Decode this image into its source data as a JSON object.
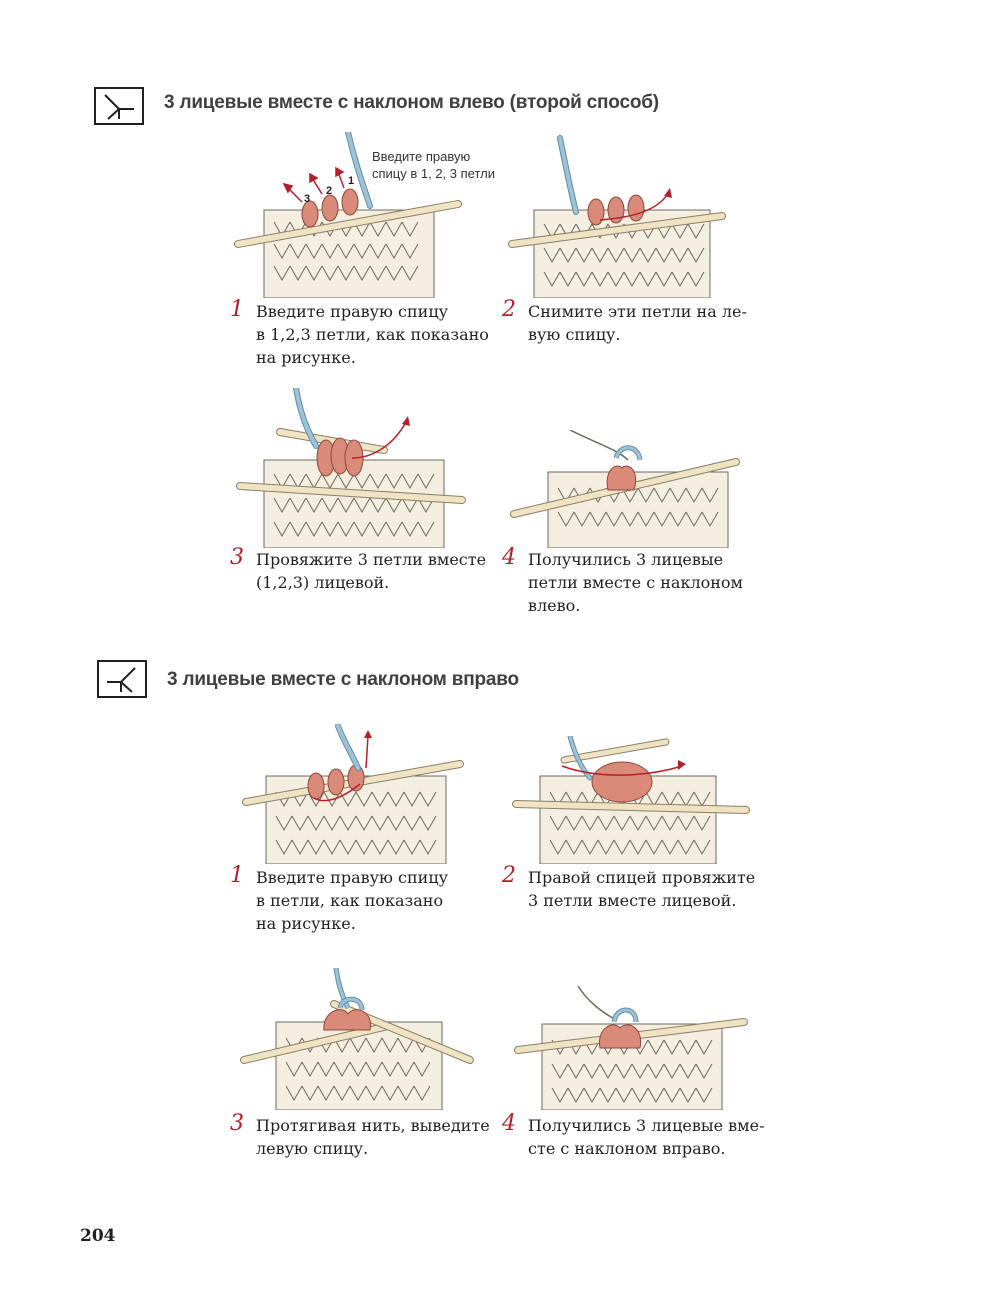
{
  "section1": {
    "title": "3 лицевые вместе с наклоном влево (второй способ)",
    "symbol_icon": "k3tog-left-symbol",
    "annotation": "Введите правую\nспицу в 1, 2, 3 петли",
    "loop_numbers": [
      "3",
      "2",
      "1"
    ],
    "steps": [
      {
        "num": "1",
        "text": "Введите правую спицу\nв 1,2,3 петли, как показано\nна рисунке."
      },
      {
        "num": "2",
        "text": "Снимите эти петли на ле-\nвую спицу."
      },
      {
        "num": "3",
        "text": "Провяжите 3 петли вместе\n(1,2,3) лицевой."
      },
      {
        "num": "4",
        "text": "Получились 3 лицевые\nпетли вместе с наклоном\nвлево."
      }
    ]
  },
  "section2": {
    "title": "3 лицевые вместе с наклоном вправо",
    "symbol_icon": "k3tog-right-symbol",
    "steps": [
      {
        "num": "1",
        "text": "Введите правую спицу\nв петли, как показано\nна рисунке."
      },
      {
        "num": "2",
        "text": "Правой спицей провяжите\n3 петли вместе лицевой."
      },
      {
        "num": "3",
        "text": "Протягивая нить, выведите\nлевую спицу."
      },
      {
        "num": "4",
        "text": "Получились 3 лицевые вме-\nсте с наклоном вправо."
      }
    ]
  },
  "page_number": "204",
  "colors": {
    "needle": "#efe3c4",
    "needle_edge": "#8a7f66",
    "knit": "#f4eee0",
    "knit_edge": "#6e6a60",
    "loop": "#d98a79",
    "yarn": "#9fc3d6",
    "arrow": "#b3202a"
  }
}
